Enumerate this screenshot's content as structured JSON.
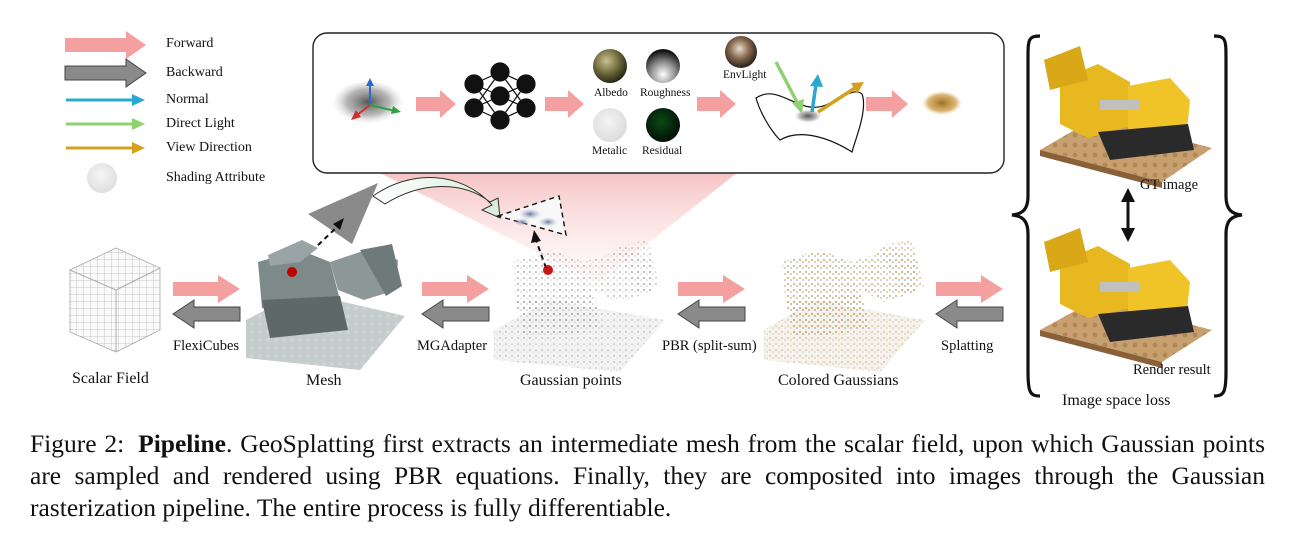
{
  "legend": {
    "forward": "Forward",
    "backward": "Backward",
    "normal": "Normal",
    "direct_light": "Direct Light",
    "view_direction": "View Direction",
    "shading_attribute": "Shading Attribute"
  },
  "inset": {
    "albedo": "Albedo",
    "roughness": "Roughness",
    "metalic": "Metalic",
    "residual": "Residual",
    "envlight": "EnvLight"
  },
  "stages": {
    "scalar_field": "Scalar Field",
    "mesh": "Mesh",
    "gaussian_points": "Gaussian points",
    "colored_gaussians": "Colored Gaussians"
  },
  "transitions": {
    "flexicubes": "FlexiCubes",
    "mgadapter": "MGAdapter",
    "pbr": "PBR (split-sum)",
    "splatting": "Splatting"
  },
  "loss_box": {
    "gt_image": "GT image",
    "render_result": "Render result",
    "image_space_loss": "Image space loss"
  },
  "caption": {
    "figure_number": "Figure 2:",
    "title": "Pipeline",
    "text": ". GeoSplatting first extracts an intermediate mesh from the scalar field, upon which Gaussian points are sampled and rendered using PBR equations. Finally, they are composited into images through the Gaussian rasterization pipeline. The entire process is fully differentiable."
  },
  "colors": {
    "forward": "#f4a0a0",
    "backward": "#8a8a8a",
    "normal": "#2aa8d0",
    "direct_light": "#8fd070",
    "view_direction": "#d4a020"
  }
}
